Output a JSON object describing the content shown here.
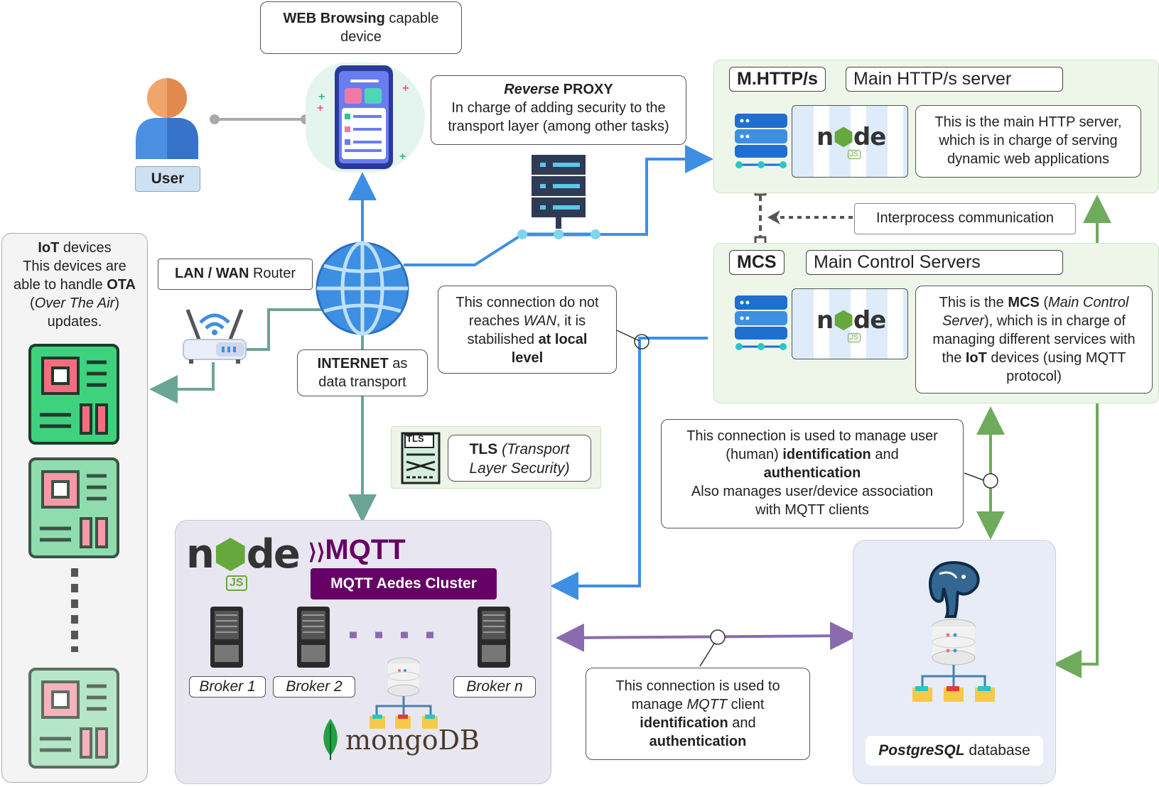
{
  "web_device": {
    "bold": "WEB Browsing",
    "rest": " capable",
    "line2": "device"
  },
  "user": {
    "label": "User"
  },
  "reverse_proxy": {
    "title_italic": "Reverse",
    "title_bold": " PROXY",
    "line2": "In charge of adding security to the",
    "line3": "transport layer (among other tasks)"
  },
  "mhttp": {
    "tag": "M.HTTP/s",
    "name": "Main HTTP/s server",
    "desc1": "This is the main HTTP server,",
    "desc2": "which is in charge of serving",
    "desc3": "dynamic web applications"
  },
  "ipc": {
    "label": "Interprocess communication"
  },
  "mcs": {
    "tag": "MCS",
    "name": "Main Control Servers",
    "d1a": "This is the ",
    "d1b": "MCS",
    "d1c": " (",
    "d1d": "Main Control",
    "d2a": "Server",
    "d2b": "), which is in charge of",
    "d3": "managing different services with",
    "d4a": "the ",
    "d4b": "IoT",
    "d4c": " devices (using MQTT",
    "d5": "protocol)"
  },
  "router": {
    "bold": "LAN / WAN",
    "rest": " Router"
  },
  "iot": {
    "l1b": "IoT",
    "l1r": " devices",
    "l2": "This devices are",
    "l3a": "able to handle ",
    "l3b": "OTA",
    "l4a": "(",
    "l4b": "Over The Air",
    "l4c": ")",
    "l5": "updates."
  },
  "internet": {
    "bold": "INTERNET",
    "rest": " as",
    "line2": "data transport"
  },
  "local_conn": {
    "l1": "This connection do not",
    "l2a": "reaches ",
    "l2b": "WAN",
    "l2c": ", it is",
    "l3a": "stabilished ",
    "l3b": "at local",
    "l4": "level"
  },
  "tls": {
    "icon_text": "TLS",
    "bold": "TLS",
    "italic1": " (Transport",
    "italic2": "Layer Security)"
  },
  "user_conn": {
    "l1": "This connection is used to manage user",
    "l2a": "(human) ",
    "l2b": "identification",
    "l2c": " and",
    "l3": "authentication",
    "l4": "Also manages user/device association",
    "l5": "with MQTT clients"
  },
  "mqtt": {
    "logo": "MQTT",
    "cluster": "MQTT Aedes Cluster",
    "brokers": [
      "Broker 1",
      "Broker 2",
      "Broker n"
    ],
    "mongo": "mongoDB"
  },
  "mqtt_conn": {
    "l1": "This connection is used to",
    "l2a": "manage ",
    "l2b": "MQTT",
    "l2c": " client",
    "l3a": "identification",
    "l3b": " and",
    "l4": "authentication"
  },
  "postgres": {
    "bold_italic": "PostgreSQL",
    "rest": " database"
  },
  "node_logo": {
    "n": "n",
    "d": "de",
    "js": "JS"
  },
  "colors": {
    "blue": "#3d8fe3",
    "green": "#6fab5d",
    "teal": "#6aa596",
    "purple": "#8a6bb0",
    "mqtt_purple": "#660066"
  }
}
